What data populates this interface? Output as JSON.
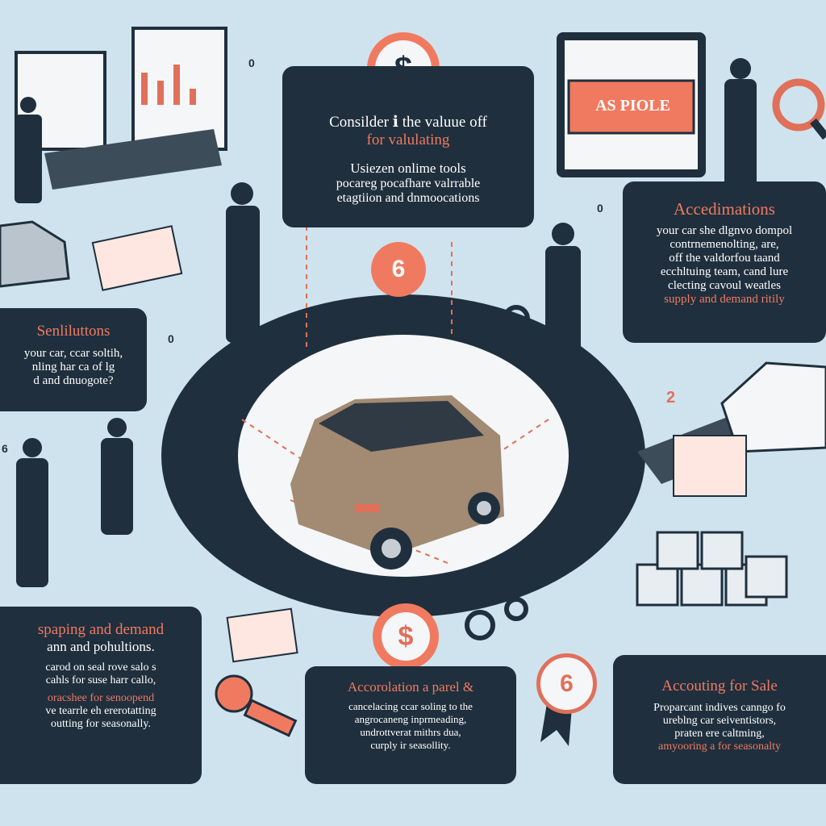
{
  "colors": {
    "background": "#cfe3ee",
    "panel": "#1f2f3d",
    "accent": "#f07a60",
    "car": "#a38a72"
  },
  "top_center": {
    "coin_symbol": "$",
    "heading_1": "Consilder ℹ the valuue off",
    "heading_2": "for valulating",
    "body_1": "Usiezen onlime tools",
    "body_2": "pocareg pocafhare valrrable",
    "body_3": "etagtiion and dnmoocations"
  },
  "monitor": {
    "label": "AS PIOLE"
  },
  "right_top": {
    "heading": "Accedimations",
    "lines": [
      "your car she dlgnvo dompol",
      "contrnemenolting, are,",
      "off the valdorfou taand",
      "ecchltuing team, cand lure",
      "clecting cavoul weatles",
      "supply and demand ritily"
    ]
  },
  "left_mid": {
    "heading": "Senliluttons",
    "lines": [
      "your car, ccar soltih,",
      "nling har ca of lg",
      "d and dnuogote?"
    ]
  },
  "bottom_left": {
    "heading_1": "spaping and demand",
    "heading_2": "ann and pohultions.",
    "lines": [
      "carod on seal rove salo s",
      "cahls for suse harr callo,",
      "oracshee for senoopend",
      "ve tearrle eh ererotatting",
      "outting for seasonally."
    ]
  },
  "bottom_center": {
    "heading": "Accorolation a parel &",
    "lines": [
      "cancelacing ccar soling to the",
      "angrocaneng inprmeading,",
      "undrottverat mithrs dua,",
      "curply ir seasollity."
    ]
  },
  "bottom_right": {
    "heading": "Accouting for Sale",
    "lines": [
      "Proparcant indives canngo fo",
      "ureblng car seiventistors,",
      "praten ere caltming,",
      "amyooring a for seasonalty"
    ]
  },
  "badges": [
    "0",
    "0",
    "0",
    "2",
    "6",
    "6"
  ],
  "coins": [
    "$",
    "6",
    "$"
  ]
}
